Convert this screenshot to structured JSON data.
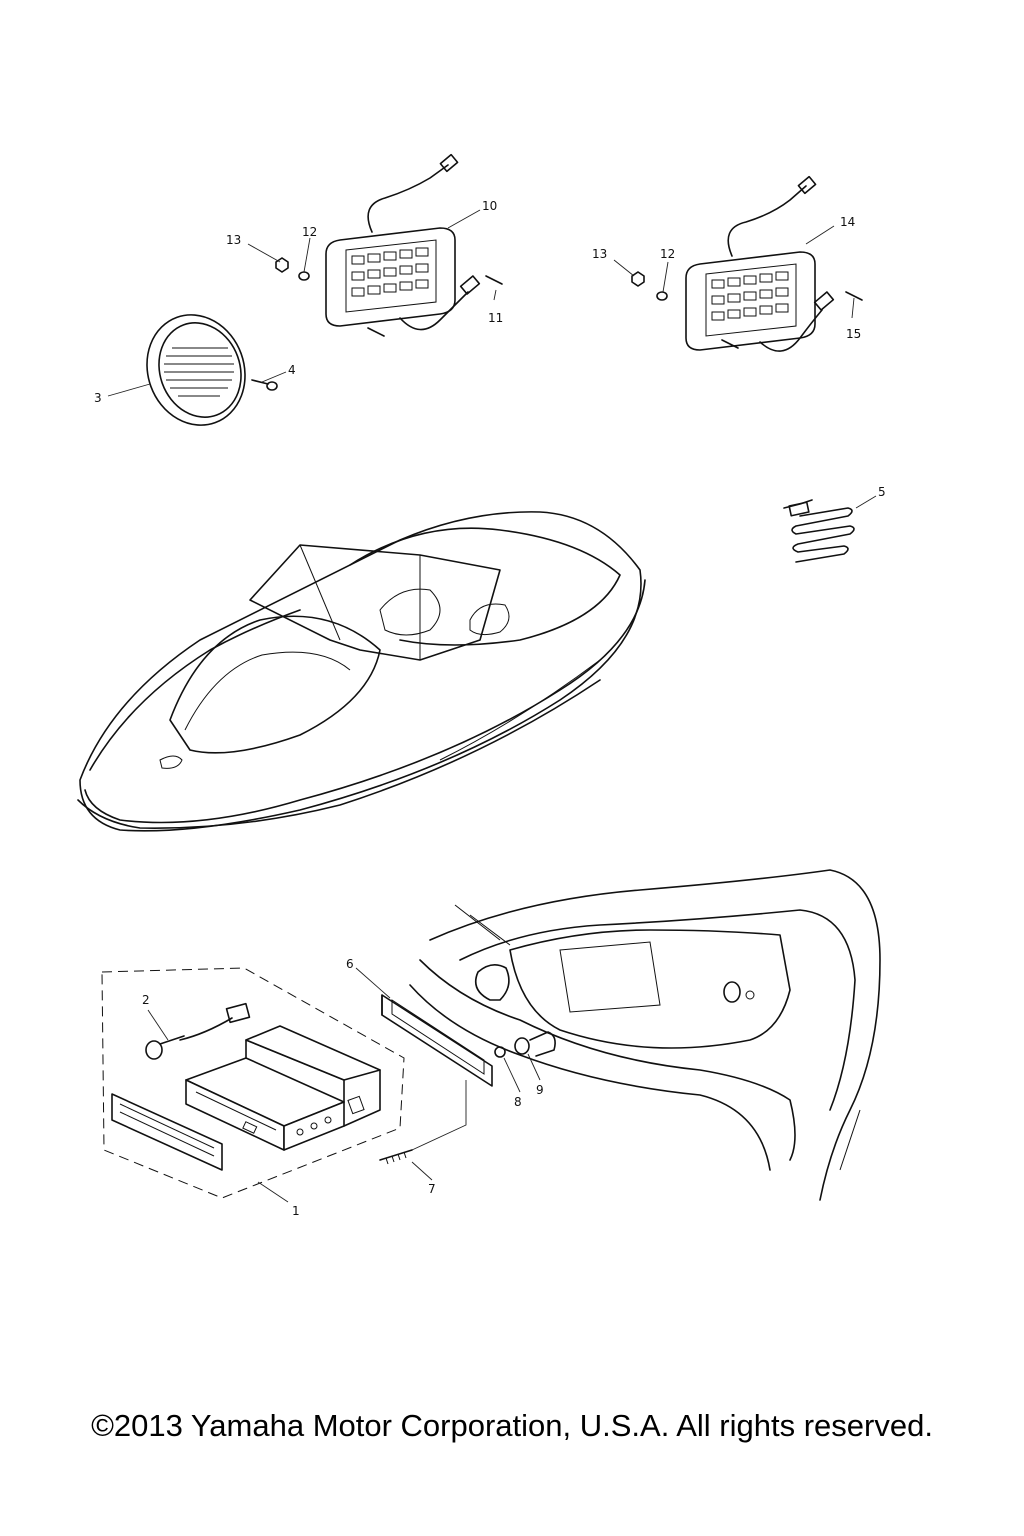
{
  "callouts": {
    "c1": "1",
    "c2": "2",
    "c3": "3",
    "c4": "4",
    "c5": "5",
    "c6": "6",
    "c7": "7",
    "c8": "8",
    "c9": "9",
    "c10": "10",
    "c11": "11",
    "c12a": "12",
    "c12b": "12",
    "c13a": "13",
    "c13b": "13",
    "c14": "14",
    "c15": "15"
  },
  "copyright": "©2013 Yamaha Motor Corporation, U.S.A. All rights reserved."
}
